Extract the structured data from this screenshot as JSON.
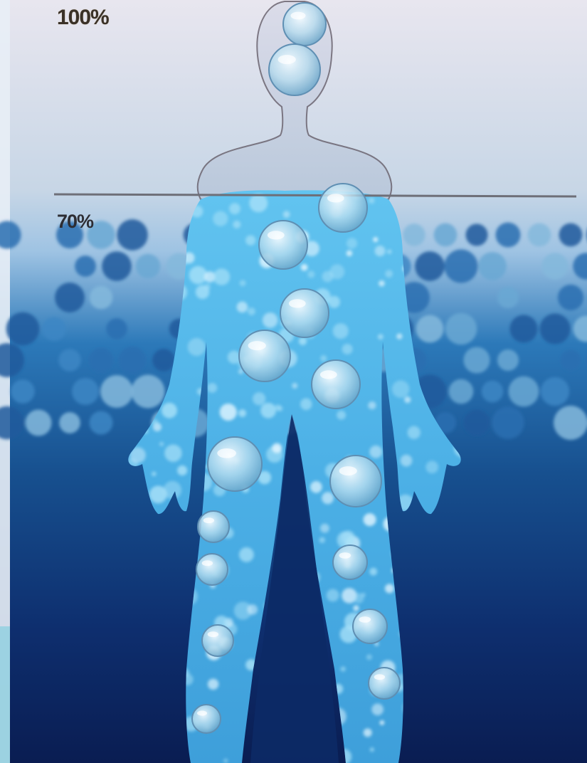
{
  "labels": {
    "full_level": "100%",
    "water_level": "70%"
  },
  "water_level_fraction": 0.7,
  "colors": {
    "sky_top": "#e6e4ee",
    "sky_bottom": "#a9c4dc",
    "ocean_top": "#1f63a6",
    "ocean_bottom": "#0a1f55",
    "body_water": "#52b8ea",
    "body_water_light": "#8fd6f6",
    "body_outline": "#6b6470",
    "level_line": "#6e6f78"
  }
}
